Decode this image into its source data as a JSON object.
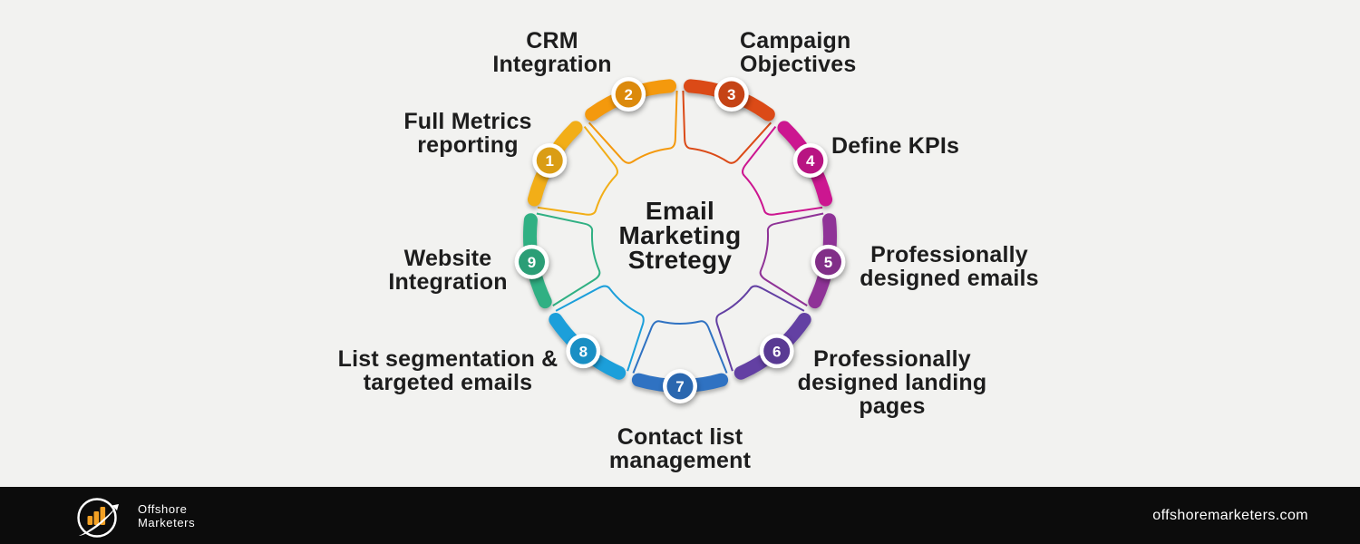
{
  "background": "#f2f2f0",
  "center": {
    "title": "Email\nMarketing\nStretegy"
  },
  "wheel": {
    "segments": [
      {
        "number": "1",
        "color": "#F2AE17",
        "label": "Full Metrics\nreporting"
      },
      {
        "number": "2",
        "color": "#F4990D",
        "label": "CRM\nIntegration"
      },
      {
        "number": "3",
        "color": "#DB4A17",
        "label": "Campaign\nObjectives"
      },
      {
        "number": "4",
        "color": "#CC1690",
        "label": "Define KPIs"
      },
      {
        "number": "5",
        "color": "#8F3397",
        "label": "Professionally\ndesigned emails"
      },
      {
        "number": "6",
        "color": "#6340A3",
        "label": "Professionally\ndesigned landing\npages"
      },
      {
        "number": "7",
        "color": "#2F72C2",
        "label": "Contact list\nmanagement"
      },
      {
        "number": "8",
        "color": "#1C9FDA",
        "label": "List segmentation &\ntargeted emails"
      },
      {
        "number": "9",
        "color": "#30B083",
        "label": "Website\nIntegration"
      }
    ]
  },
  "footer": {
    "brand_name": "Offshore\nMarketers",
    "website": "offshoremarketers.com",
    "bar_color": "#0c0c0c",
    "logo_accent_color": "#F2A024"
  }
}
